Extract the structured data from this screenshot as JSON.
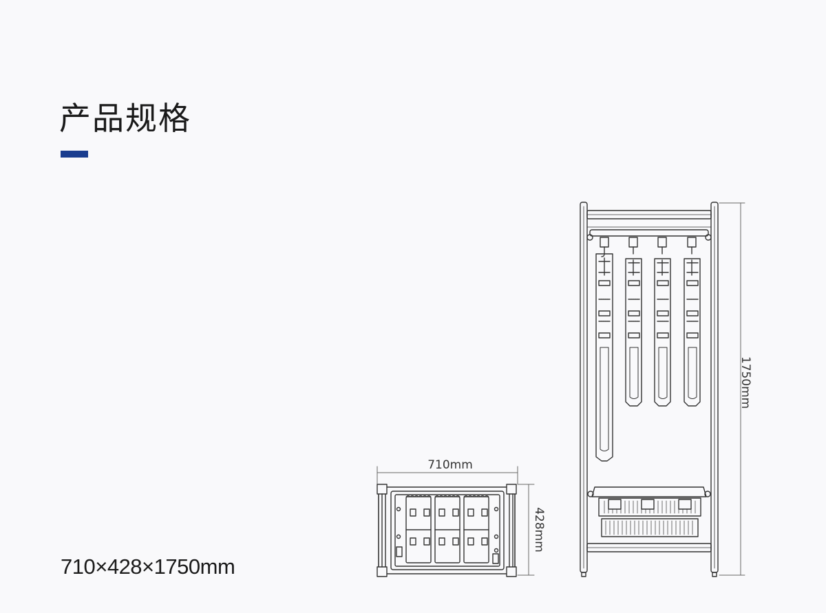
{
  "page": {
    "title": "产品规格",
    "accent_color": "#1a3d8f",
    "size_text": "710×428×1750mm"
  },
  "top_view": {
    "width_label": "710mm",
    "depth_label": "428mm"
  },
  "front_view": {
    "height_label": "1750mm"
  }
}
